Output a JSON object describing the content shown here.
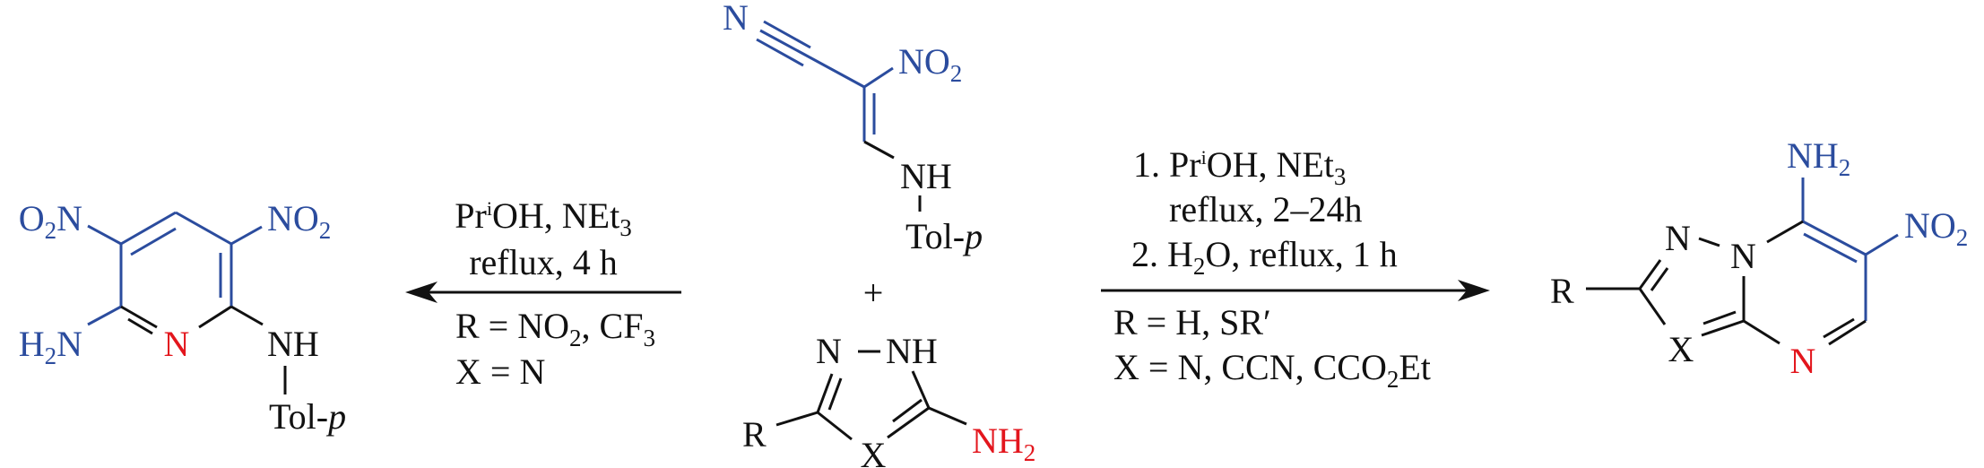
{
  "scheme": {
    "reagent_nitrile": {
      "N": "N",
      "NO2": [
        "NO",
        "2"
      ],
      "NH": "NH",
      "tol": [
        "Tol-",
        "p"
      ]
    },
    "plus": "+",
    "reagent_azole": {
      "N": "N",
      "NH": "NH",
      "R": "R",
      "X": "X",
      "NH2": [
        "NH",
        "2"
      ]
    },
    "left_product": {
      "O2N": [
        "O",
        "2",
        "N"
      ],
      "NO2": [
        "NO",
        "2"
      ],
      "H2N": [
        "H",
        "2",
        "N"
      ],
      "N": "N",
      "NH": "NH",
      "tol": [
        "Tol-",
        "p"
      ]
    },
    "left_conditions": {
      "line1": [
        "Pr",
        "i",
        "OH, NEt",
        "3"
      ],
      "line2": "reflux, 4 h",
      "line3": [
        "R = NO",
        "2",
        ", CF",
        "3"
      ],
      "line4": "X = N"
    },
    "right_conditions": {
      "line1": [
        "1. Pr",
        "i",
        "OH, NEt",
        "3"
      ],
      "line2": "reflux, 2–24h",
      "line3": [
        "2. H",
        "2",
        "O, reflux, 1 h"
      ],
      "line4": "R = H, SR′",
      "line5": [
        "X = N, CCN, CCO",
        "2",
        "Et"
      ]
    },
    "right_product": {
      "NH2": [
        "NH",
        "2"
      ],
      "NO2": [
        "NO",
        "2"
      ],
      "N1": "N",
      "N2": "N",
      "N4": "N",
      "X": "X",
      "R": "R"
    }
  },
  "colors": {
    "blue": "#2b4c9e",
    "red": "#e3161d",
    "black": "#111111"
  }
}
